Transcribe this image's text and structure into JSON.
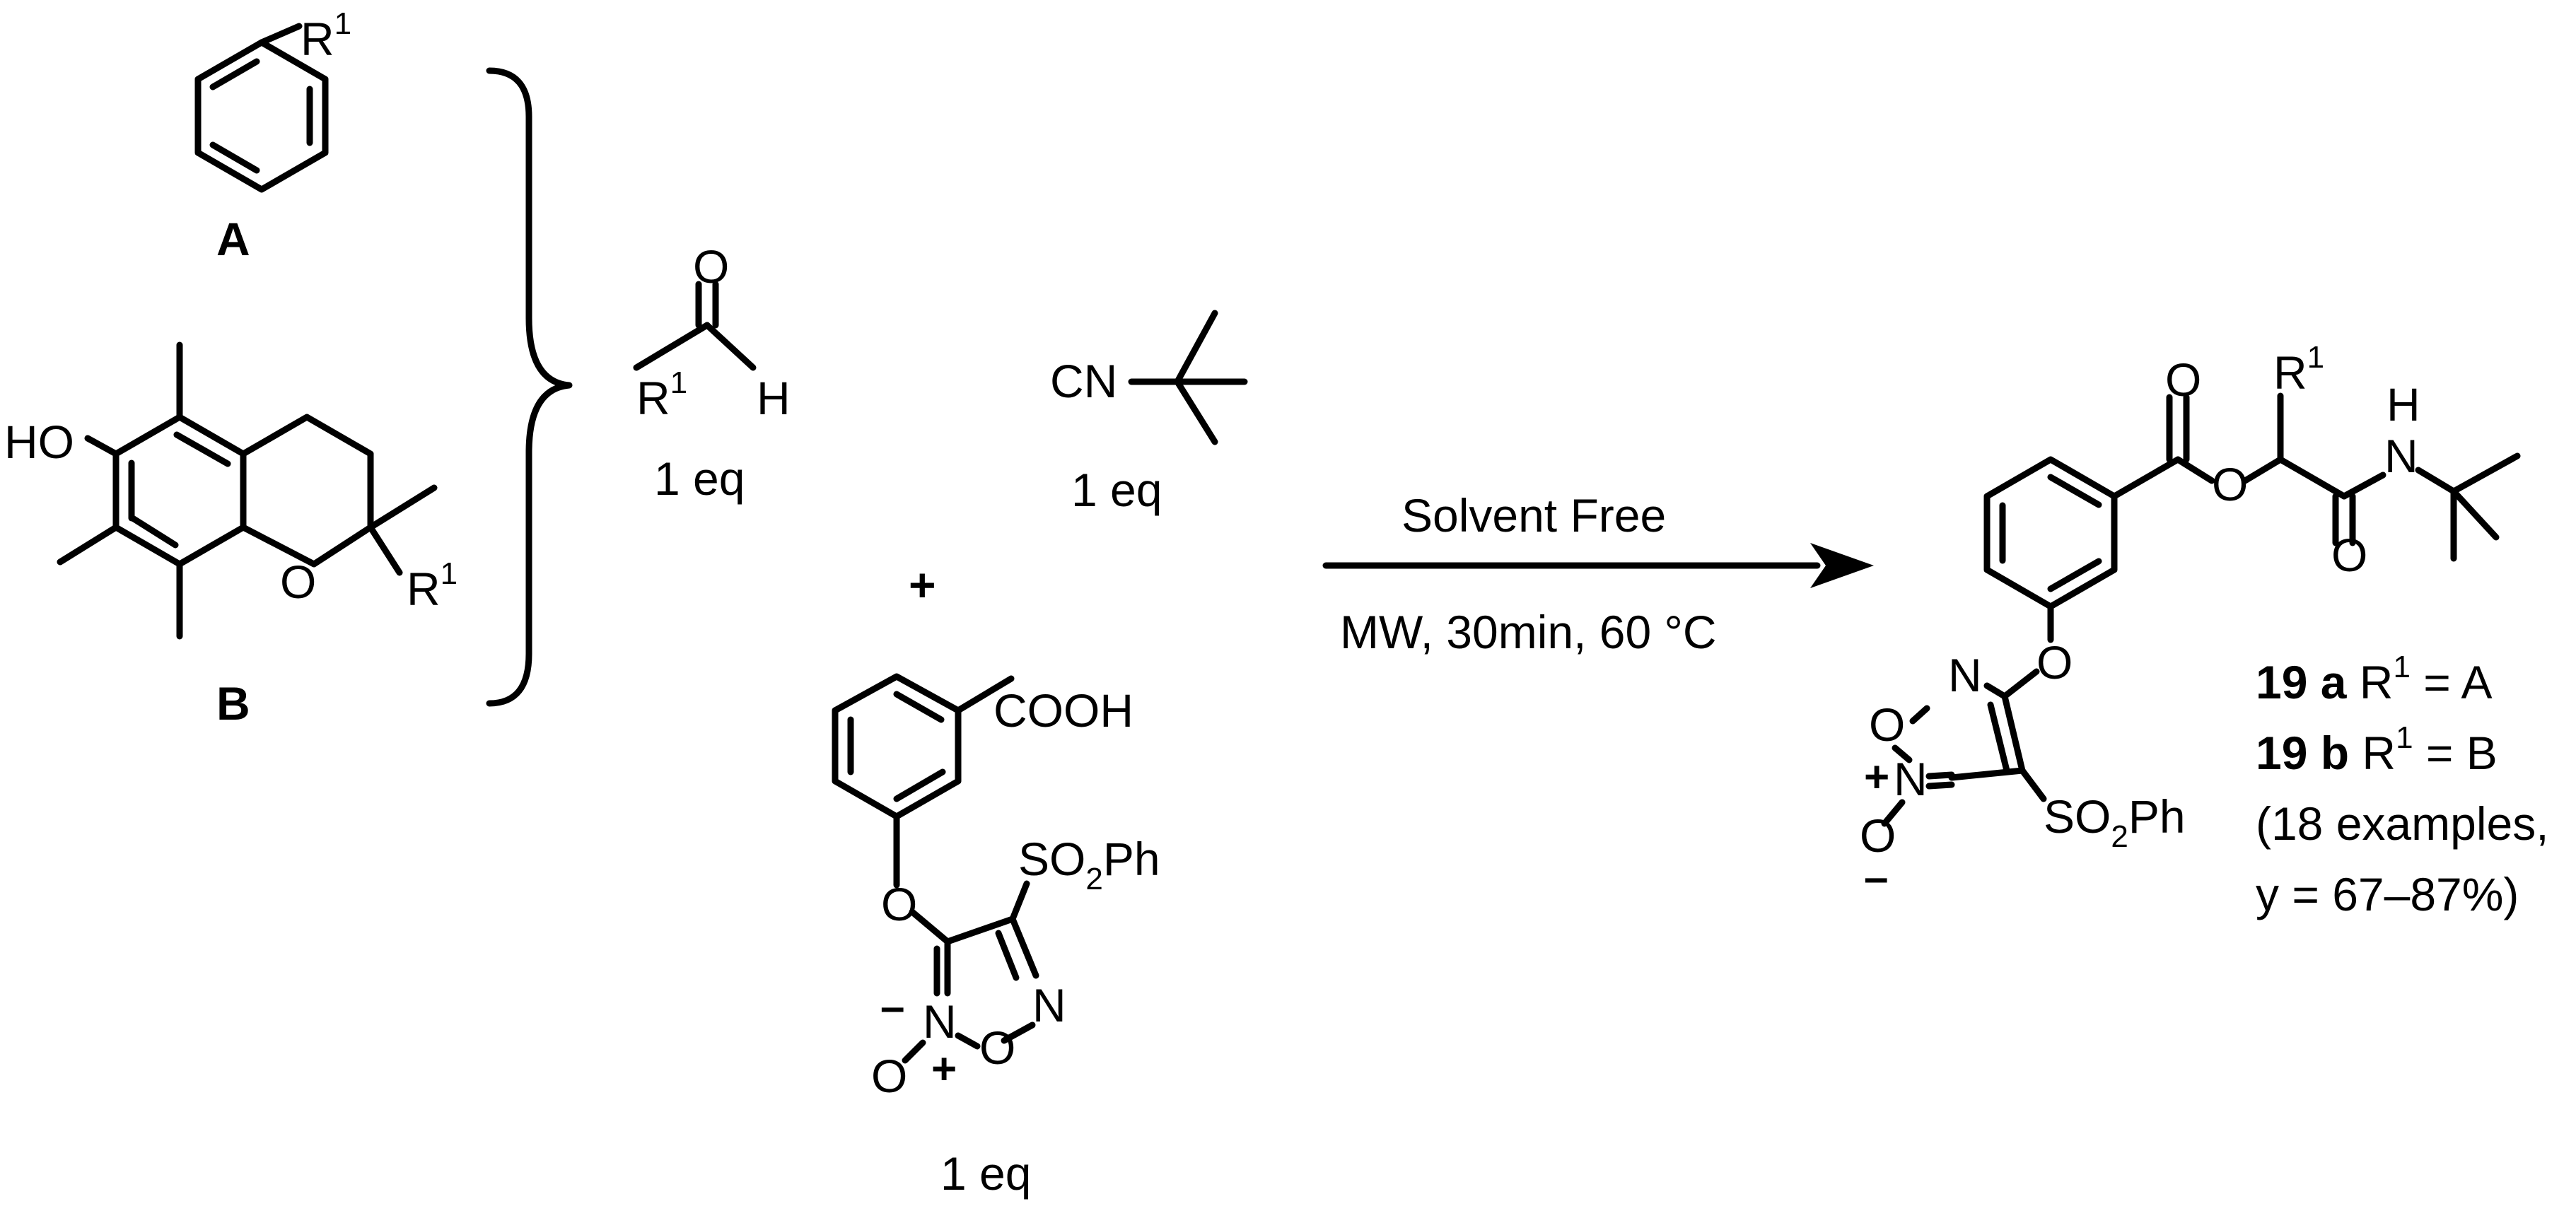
{
  "reactants": {
    "compound_a": {
      "label": "A",
      "substituent": "R",
      "substituent_sup": "1"
    },
    "compound_b": {
      "label": "B",
      "hydroxy": "HO",
      "ring_oxygen": "O",
      "substituent": "R",
      "substituent_sup": "1"
    },
    "aldehyde": {
      "oxygen": "O",
      "r": "R",
      "r_sup": "1",
      "h": "H",
      "equiv": "1 eq"
    },
    "plus": "+",
    "isocyanide": {
      "formula": "CN",
      "equiv": "1 eq"
    },
    "acid": {
      "carboxyl": "COOH",
      "ether_o": "O",
      "sulfonyl_a": "SO",
      "sulfonyl_sub": "2",
      "sulfonyl_b": "Ph",
      "ring_n_top": "N",
      "ring_o": "O",
      "ring_n_oxide": "N",
      "oxide_o": "O",
      "plus_charge": "+",
      "minus_charge": "–",
      "equiv": "1 eq"
    }
  },
  "conditions": {
    "above": "Solvent Free",
    "below": "MW, 30min, 60 °C"
  },
  "product": {
    "carbonyl_o": "O",
    "ester_o": "O",
    "r": "R",
    "r_sup": "1",
    "nh_h": "H",
    "nh_n": "N",
    "amide_o": "O",
    "ether_o": "O",
    "ring_n_top": "N",
    "ring_o": "O",
    "ring_n_oxide": "N",
    "oxide_o": "O",
    "plus_charge": "+",
    "minus_charge": "–",
    "sulfonyl_a": "SO",
    "sulfonyl_sub": "2",
    "sulfonyl_b": "Ph"
  },
  "results": {
    "line1": {
      "num": "19 a",
      "r": " R",
      "sup": "1",
      "rest": " = A"
    },
    "line2": {
      "num": "19 b",
      "r": " R",
      "sup": "1",
      "rest": " = B"
    },
    "line3": "(18 examples,",
    "line4": "y = 67–87%)"
  }
}
